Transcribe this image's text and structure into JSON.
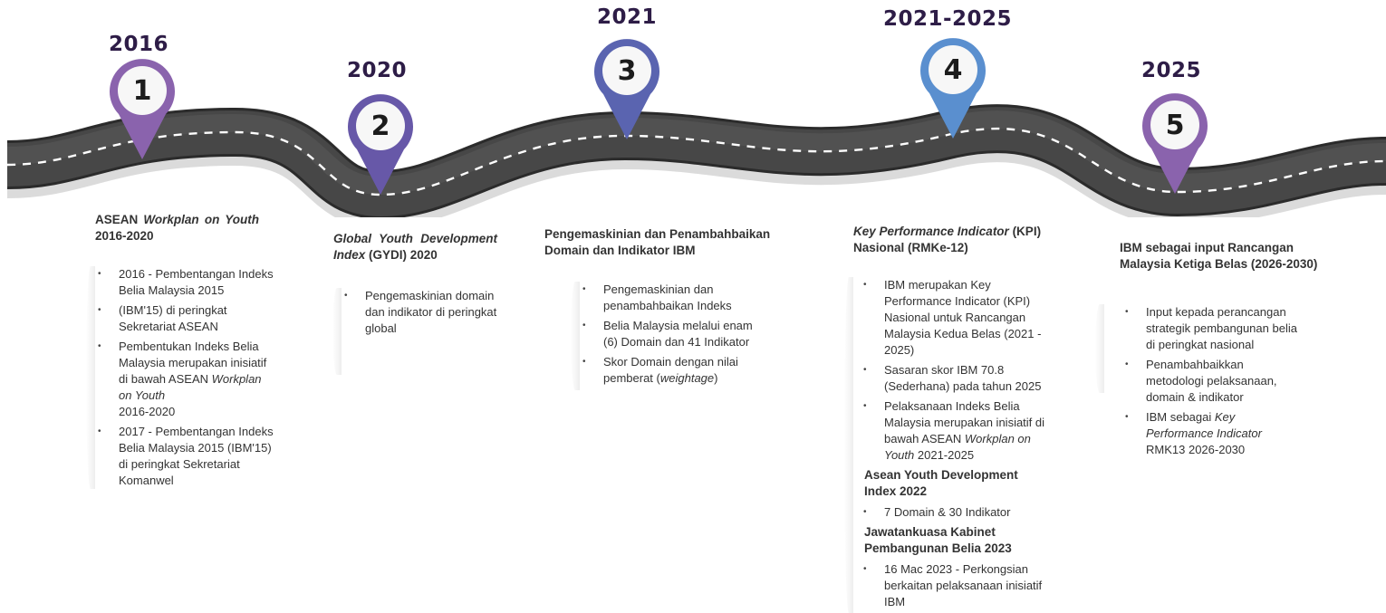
{
  "milestones": [
    {
      "year": "2016",
      "number": "1",
      "title_parts": [
        "ASEAN ",
        "Workplan on Youth",
        " 2016-2020"
      ],
      "bullets": [
        [
          "2016 - Pembentangan Indeks Belia Malaysia 2015"
        ],
        [
          "(IBM'15) di peringkat Sekretariat ASEAN"
        ],
        [
          "Pembentukan Indeks Belia Malaysia merupakan inisiatif di bawah ASEAN ",
          "Workplan on Youth",
          " 2016-2020"
        ],
        [
          "2017 - Pembentangan Indeks Belia Malaysia 2015 (IBM'15) di peringkat Sekretariat Komanwel"
        ]
      ]
    },
    {
      "year": "2020",
      "number": "2",
      "title_parts": [
        "",
        "Global Youth Development Index",
        " (GYDI) 2020"
      ],
      "bullets": [
        [
          "Pengemaskinian domain dan indikator di peringkat global"
        ]
      ]
    },
    {
      "year": "2021",
      "number": "3",
      "title_parts": [
        "Pengemaskinian dan Penambahbaikan Domain dan Indikator IBM"
      ],
      "bullets": [
        [
          "Pengemaskinian dan penambahbaikan Indeks"
        ],
        [
          "Belia Malaysia melalui enam (6) Domain dan 41 Indikator"
        ],
        [
          "Skor Domain dengan nilai pemberat (",
          "weightage",
          ")"
        ]
      ]
    },
    {
      "year": "2021-2025",
      "number": "4",
      "title_parts": [
        "",
        "Key Performance Indicator",
        " (KPI) Nasional (RMKe-12)"
      ],
      "bullets": [
        [
          "IBM merupakan Key Performance Indicator (KPI) Nasional untuk Rancangan Malaysia Kedua Belas (2021 - 2025)"
        ],
        [
          "Sasaran skor IBM 70.8 (Sederhana) pada tahun 2025"
        ],
        [
          "Pelaksanaan Indeks Belia Malaysia merupakan inisiatif di bawah ASEAN ",
          "Workplan on Youth",
          " 2021-2025"
        ]
      ],
      "sections": [
        {
          "heading": "Asean Youth Development Index 2022",
          "bullets": [
            [
              "7 Domain & 30 Indikator"
            ]
          ]
        },
        {
          "heading": "Jawatankuasa Kabinet Pembangunan Belia 2023",
          "bullets": [
            [
              "16 Mac 2023 - Perkongsian berkaitan pelaksanaan inisiatif IBM"
            ]
          ]
        }
      ]
    },
    {
      "year": "2025",
      "number": "5",
      "title_parts": [
        "IBM sebagai input Rancangan Malaysia Ketiga Belas (2026-2030)"
      ],
      "bullets": [
        [
          "Input kepada perancangan strategik pembangunan belia di peringkat nasional"
        ],
        [
          "Penambahbaikkan metodologi pelaksanaan, domain & indikator"
        ],
        [
          "IBM sebagai ",
          "Key Performance Indicator",
          " RMK13 2026-2030"
        ]
      ]
    }
  ],
  "colors": {
    "road": "#454545",
    "road_edge": "#2b2b2b",
    "road_dash": "#ffffff",
    "pin_purple": "#8a63ad",
    "pin_violet": "#6758a8",
    "pin_indigo": "#5a64b0",
    "pin_blue": "#5a8fcf",
    "pin_inner": "#f7f7f7",
    "year_text": "#2e1d47"
  }
}
